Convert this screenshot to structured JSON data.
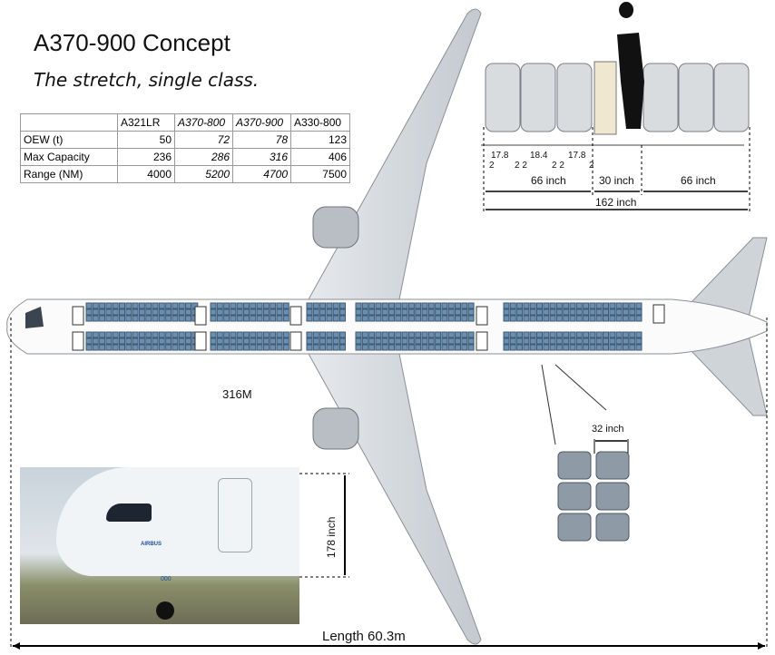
{
  "title": "A370-900 Concept",
  "subtitle": "The stretch, single class.",
  "table": {
    "headers": [
      "",
      "A321LR",
      "A370-800",
      "A370-900",
      "A330-800"
    ],
    "rows": [
      {
        "label": "OEW (t)",
        "values": [
          "50",
          "72",
          "78",
          "123"
        ]
      },
      {
        "label": "Max Capacity",
        "values": [
          "236",
          "286",
          "316",
          "406"
        ]
      },
      {
        "label": "Range (NM)",
        "values": [
          "4000",
          "5200",
          "4700",
          "7500"
        ]
      }
    ]
  },
  "cross_section": {
    "seat_widths": [
      "17.8",
      "18.4",
      "17.8"
    ],
    "armrests": [
      "2",
      "2 2",
      "2 2",
      "2"
    ],
    "left_block": "66 inch",
    "aisle": "30 inch",
    "right_block": "66 inch",
    "total": "162 inch"
  },
  "config_label": "316M",
  "seat_pitch": "32 inch",
  "door_height": "178 inch",
  "photo_text": "AIRBUS",
  "photo_reg": "000",
  "length": "Length 60.3m"
}
